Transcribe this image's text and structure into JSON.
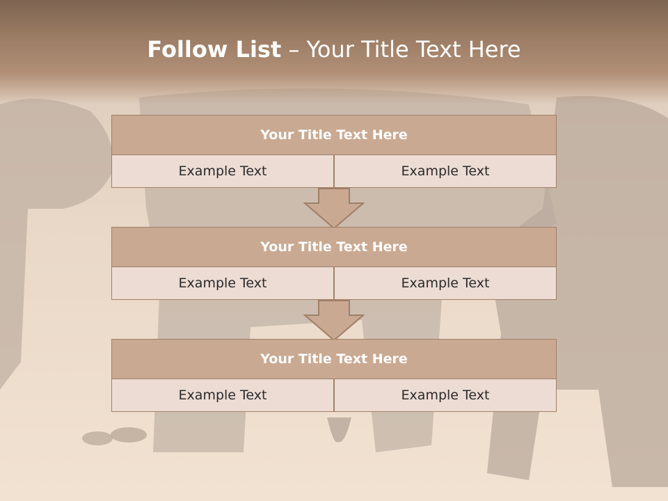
{
  "slide": {
    "title_bold": "Follow List",
    "title_rest": " – Your Title Text Here"
  },
  "steps": [
    {
      "title": "Your Title Text Here",
      "left": "Example Text",
      "right": "Example Text"
    },
    {
      "title": "Your Title Text Here",
      "left": "Example Text",
      "right": "Example Text"
    },
    {
      "title": "Your Title Text Here",
      "left": "Example Text",
      "right": "Example Text"
    }
  ],
  "colors": {
    "header": "#9b7c64",
    "box_title": "#c9a992",
    "box_cell": "#ecdcd3",
    "border": "#a07f68"
  }
}
